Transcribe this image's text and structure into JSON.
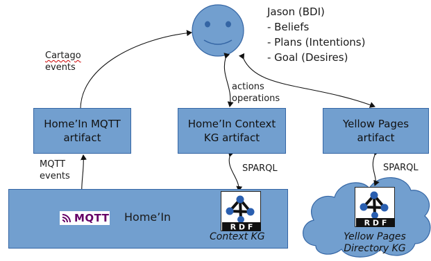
{
  "agent": {
    "title": "Jason (BDI)",
    "items": [
      "- Beliefs",
      "- Plans (Intentions)",
      "- Goal (Desires)"
    ]
  },
  "artifacts": {
    "mqtt": [
      "Home’In MQTT",
      "artifact"
    ],
    "context": [
      "Home’In Context",
      "KG artifact"
    ],
    "yellow": [
      "Yellow Pages",
      "artifact"
    ]
  },
  "edge_labels": {
    "cartago": [
      "Cartago",
      "events"
    ],
    "actions": [
      "actions",
      "operations"
    ],
    "mqtt_events": [
      "MQTT",
      "events"
    ],
    "sparql_context": "SPARQL",
    "sparql_yellow": "SPARQL"
  },
  "homein": {
    "label": "Home’In",
    "mqtt_logo": "MQTT"
  },
  "kgs": {
    "context": "Context KG",
    "yellow": [
      "Yellow Pages",
      "Directory KG"
    ],
    "rdf_label": "R D F"
  },
  "colors": {
    "box_fill": "#729fcf",
    "box_border": "#3465a4",
    "cloud_fill": "#729fcf",
    "mqtt_purple": "#660066"
  },
  "icons": [
    "smiley-face-icon",
    "rdf-logo-icon",
    "mqtt-logo-icon",
    "cloud-icon"
  ]
}
